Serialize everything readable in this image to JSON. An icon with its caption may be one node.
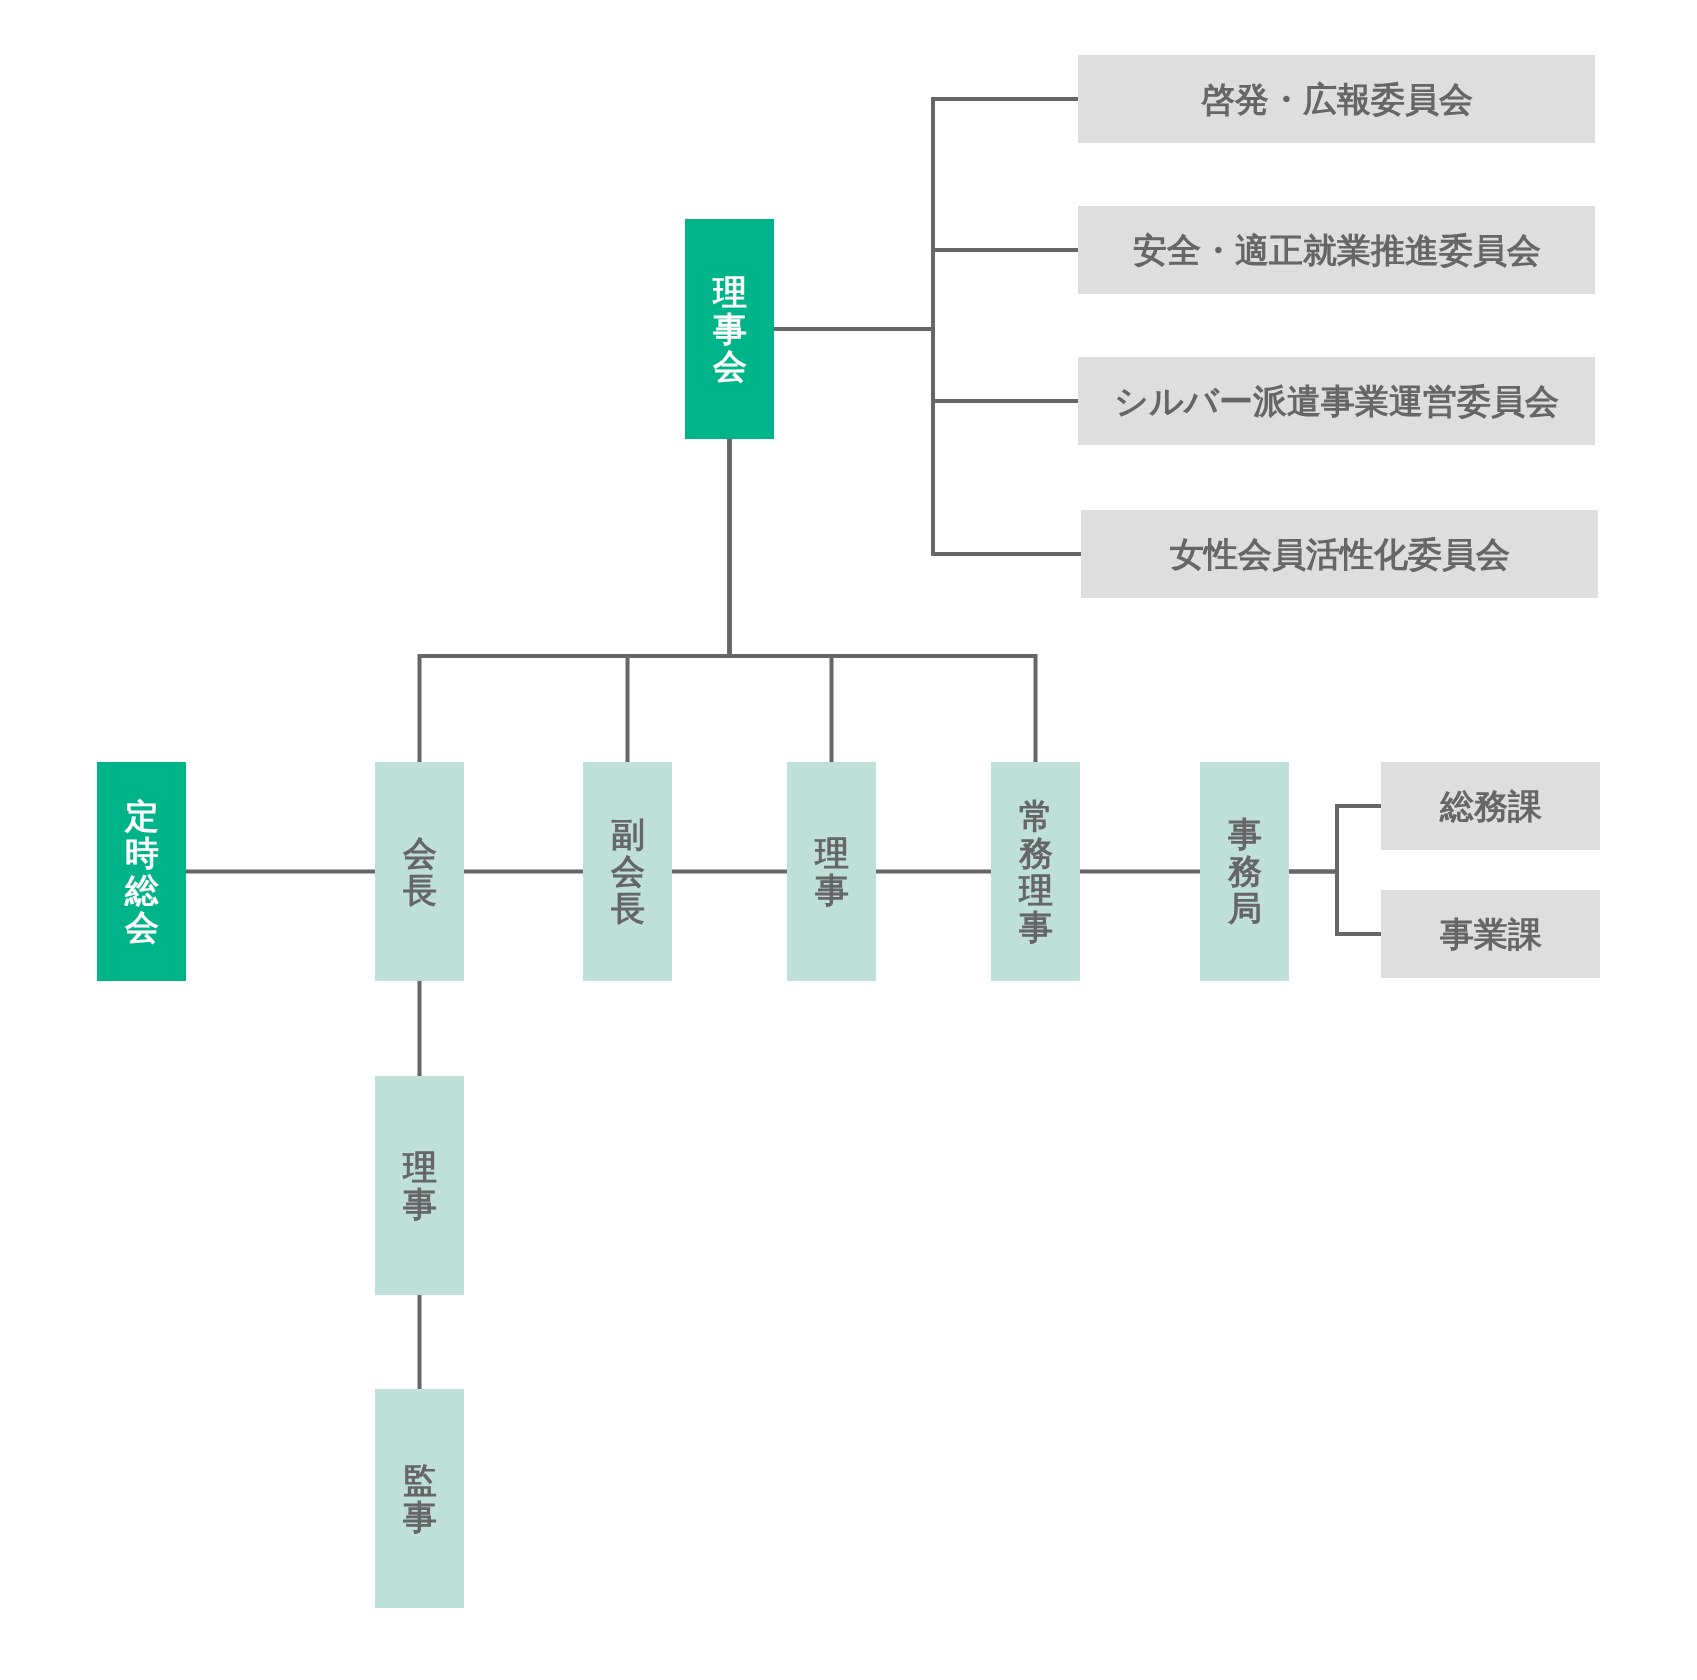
{
  "diagram": {
    "nodes": [
      {
        "text": [
          "理事会"
        ]
      },
      {
        "text": [
          "啓発・広報委員会"
        ]
      },
      {
        "text": [
          "安全・適正就業推進委員会"
        ]
      },
      {
        "text": [
          "シルバー派遣事業運営委員会"
        ]
      },
      {
        "text": [
          "女性会員活性化委員会"
        ]
      },
      {
        "text": [
          "定時総会"
        ]
      },
      {
        "text": [
          "会長"
        ]
      },
      {
        "text": [
          "副会長"
        ]
      },
      {
        "text": [
          "理事"
        ]
      },
      {
        "text": [
          "常務理事"
        ]
      },
      {
        "text": [
          "事務局"
        ]
      },
      {
        "text": [
          "総務課"
        ]
      },
      {
        "text": [
          "事業課"
        ]
      },
      {
        "text": [
          "理事"
        ]
      },
      {
        "text": [
          "監事"
        ]
      }
    ],
    "edges": [
      {
        "from": 0,
        "to": 1,
        "arrow": "none"
      },
      {
        "from": 0,
        "to": 2,
        "arrow": "none"
      },
      {
        "from": 0,
        "to": 3,
        "arrow": "none"
      },
      {
        "from": 0,
        "to": 4,
        "arrow": "none"
      },
      {
        "from": 0,
        "to": 6,
        "arrow": "none"
      },
      {
        "from": 0,
        "to": 7,
        "arrow": "none"
      },
      {
        "from": 0,
        "to": 8,
        "arrow": "none"
      },
      {
        "from": 0,
        "to": 9,
        "arrow": "none"
      },
      {
        "from": 5,
        "to": 6,
        "arrow": "none"
      },
      {
        "from": 6,
        "to": 7,
        "arrow": "none"
      },
      {
        "from": 7,
        "to": 8,
        "arrow": "none"
      },
      {
        "from": 8,
        "to": 9,
        "arrow": "none"
      },
      {
        "from": 9,
        "to": 10,
        "arrow": "none"
      },
      {
        "from": 10,
        "to": 11,
        "arrow": "none"
      },
      {
        "from": 10,
        "to": 12,
        "arrow": "none"
      },
      {
        "from": 6,
        "to": 13,
        "arrow": "none"
      },
      {
        "from": 13,
        "to": 14,
        "arrow": "none"
      }
    ]
  }
}
